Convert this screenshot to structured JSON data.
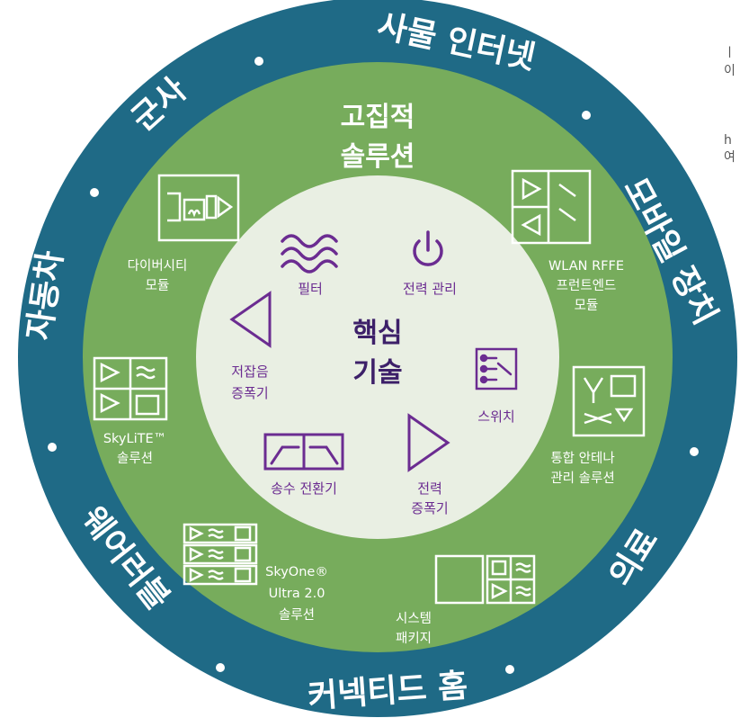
{
  "edge_fragments": [
    "ㅣ이",
    "h여"
  ],
  "outer_ring": {
    "labels": [
      "사물 인터넷",
      "모바일 장치",
      "의료",
      "커넥티드 홈",
      "웨어러블",
      "자동차",
      "군사"
    ]
  },
  "middle_ring": {
    "top_title_line1": "고집적",
    "top_title_line2": "솔루션",
    "modules": {
      "diversity": [
        "다이버시티",
        "모듈"
      ],
      "wlan": [
        "WLAN RFFE",
        "프런트엔드",
        "모듈"
      ],
      "skylite": [
        "SkyLiTE™",
        "솔루션"
      ],
      "antenna": [
        "통합 안테나",
        "관리 솔루션"
      ],
      "skyone": [
        "SkyOne®",
        "Ultra 2.0",
        "솔루션"
      ],
      "package": [
        "시스템",
        "패키지"
      ]
    }
  },
  "core": {
    "title_line1": "핵심",
    "title_line2": "기술",
    "items": {
      "filter": "필터",
      "power_mgmt": "전력 관리",
      "lna": [
        "저잡음",
        "증폭기"
      ],
      "switch": "스위치",
      "duplexer": "송수 전환기",
      "pa": [
        "전력",
        "증폭기"
      ]
    }
  },
  "colors": {
    "outer_ring": "#1f6a86",
    "middle_ring": "#77ac5c",
    "core": "#e9efe3",
    "core_text": "#3d2069",
    "core_icon": "#6b2c91",
    "white": "#ffffff"
  }
}
